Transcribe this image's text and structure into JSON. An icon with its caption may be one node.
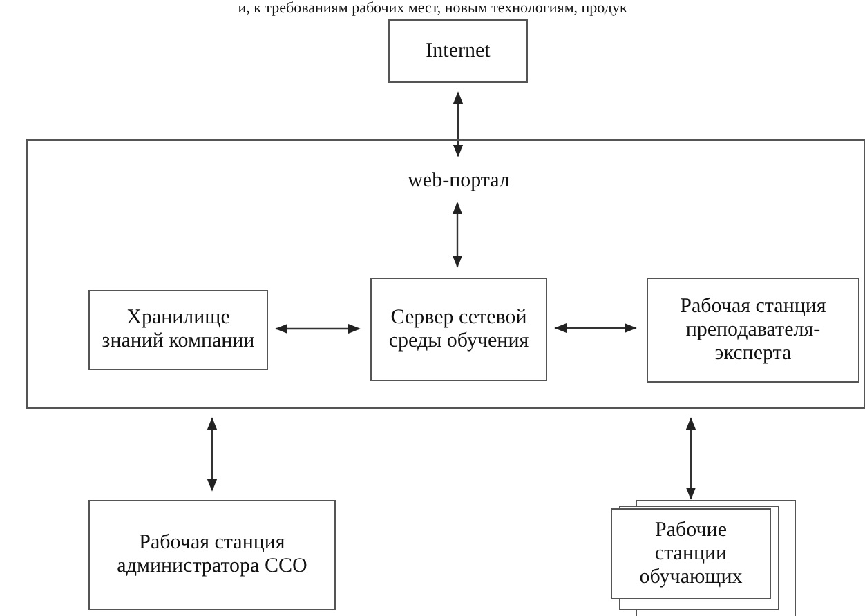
{
  "diagram": {
    "nodes": [
      {
        "text": [
          "Internet"
        ]
      },
      {
        "text": [],
        "shape": "box"
      },
      {
        "text": [
          "web-портал"
        ],
        "in": 1
      },
      {
        "text": [
          "Хранилище знаний компании"
        ],
        "in": 1
      },
      {
        "text": [
          "Сервер сетевой среды обучения"
        ],
        "in": 1
      },
      {
        "text": [
          "Рабочая станция преподавателя-эксперта"
        ],
        "in": 1
      },
      {
        "text": [
          "Рабочая станция администратора ССО"
        ]
      },
      {
        "text": [
          "Рабочие станции обучающих"
        ]
      }
    ],
    "edges": [
      {
        "from": 0,
        "to": 2,
        "arrow": "both"
      },
      {
        "from": 2,
        "to": 4,
        "arrow": "both"
      },
      {
        "from": 3,
        "to": 4,
        "arrow": "both"
      },
      {
        "from": 4,
        "to": 5,
        "arrow": "both"
      },
      {
        "from": 1,
        "to": 6,
        "arrow": "both"
      },
      {
        "from": 1,
        "to": 7,
        "arrow": "both"
      }
    ],
    "labels": [
      "и, к требованиям рабочих мест, новым технологиям, продук"
    ]
  }
}
